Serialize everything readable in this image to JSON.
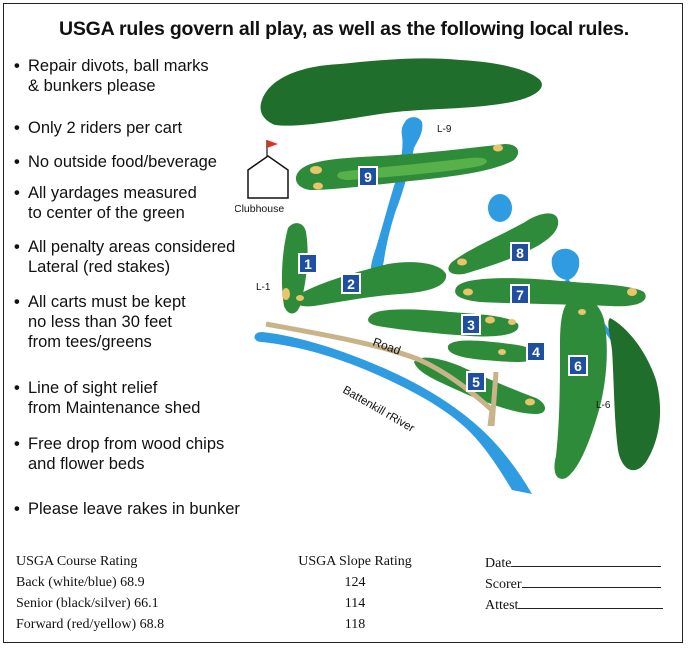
{
  "title": "USGA  rules govern all play, as well as the following local rules.",
  "rules": [
    [
      "Repair divots, ball marks",
      "& bunkers please"
    ],
    [
      "Only 2 riders per cart"
    ],
    [
      "No outside food/beverage"
    ],
    [
      "All yardages measured",
      "to center of the green"
    ],
    [
      "All penalty areas considered",
      "Lateral (red stakes)"
    ],
    [
      "All carts must be kept",
      "no less than 30 feet",
      "from tees/greens"
    ],
    [
      "Line of sight relief",
      "from Maintenance shed"
    ],
    [
      "Free drop from wood chips",
      "and flower beds"
    ],
    [
      "Please leave rakes in bunker"
    ]
  ],
  "map": {
    "clubhouse_label": "Clubhouse",
    "road_label": "Road",
    "river_label": "Battenkill rRiver",
    "hole_numbers": [
      "1",
      "2",
      "3",
      "4",
      "5",
      "6",
      "7",
      "8",
      "9"
    ],
    "lateral_labels": {
      "l1": "L-1",
      "l6": "L-6",
      "l9": "L-9"
    },
    "colors": {
      "fairway": "#2e8b3a",
      "fairway_light": "#58b04a",
      "trees": "#1f6e2c",
      "water": "#2f9be0",
      "bunker": "#e8c46a",
      "road": "#c9b48a",
      "hole_marker": "#1f4fa0",
      "flag": "#e0302a"
    }
  },
  "ratings": {
    "course_header": "USGA Course Rating",
    "slope_header": "USGA Slope Rating",
    "rows": [
      {
        "tee": "Back (white/blue) 68.9",
        "slope": "124"
      },
      {
        "tee": "Senior (black/silver) 66.1",
        "slope": "114"
      },
      {
        "tee": "Forward (red/yellow) 68.8",
        "slope": "118"
      }
    ]
  },
  "signoff": {
    "date_label": "Date",
    "scorer_label": "Scorer",
    "attest_label": "Attest"
  }
}
